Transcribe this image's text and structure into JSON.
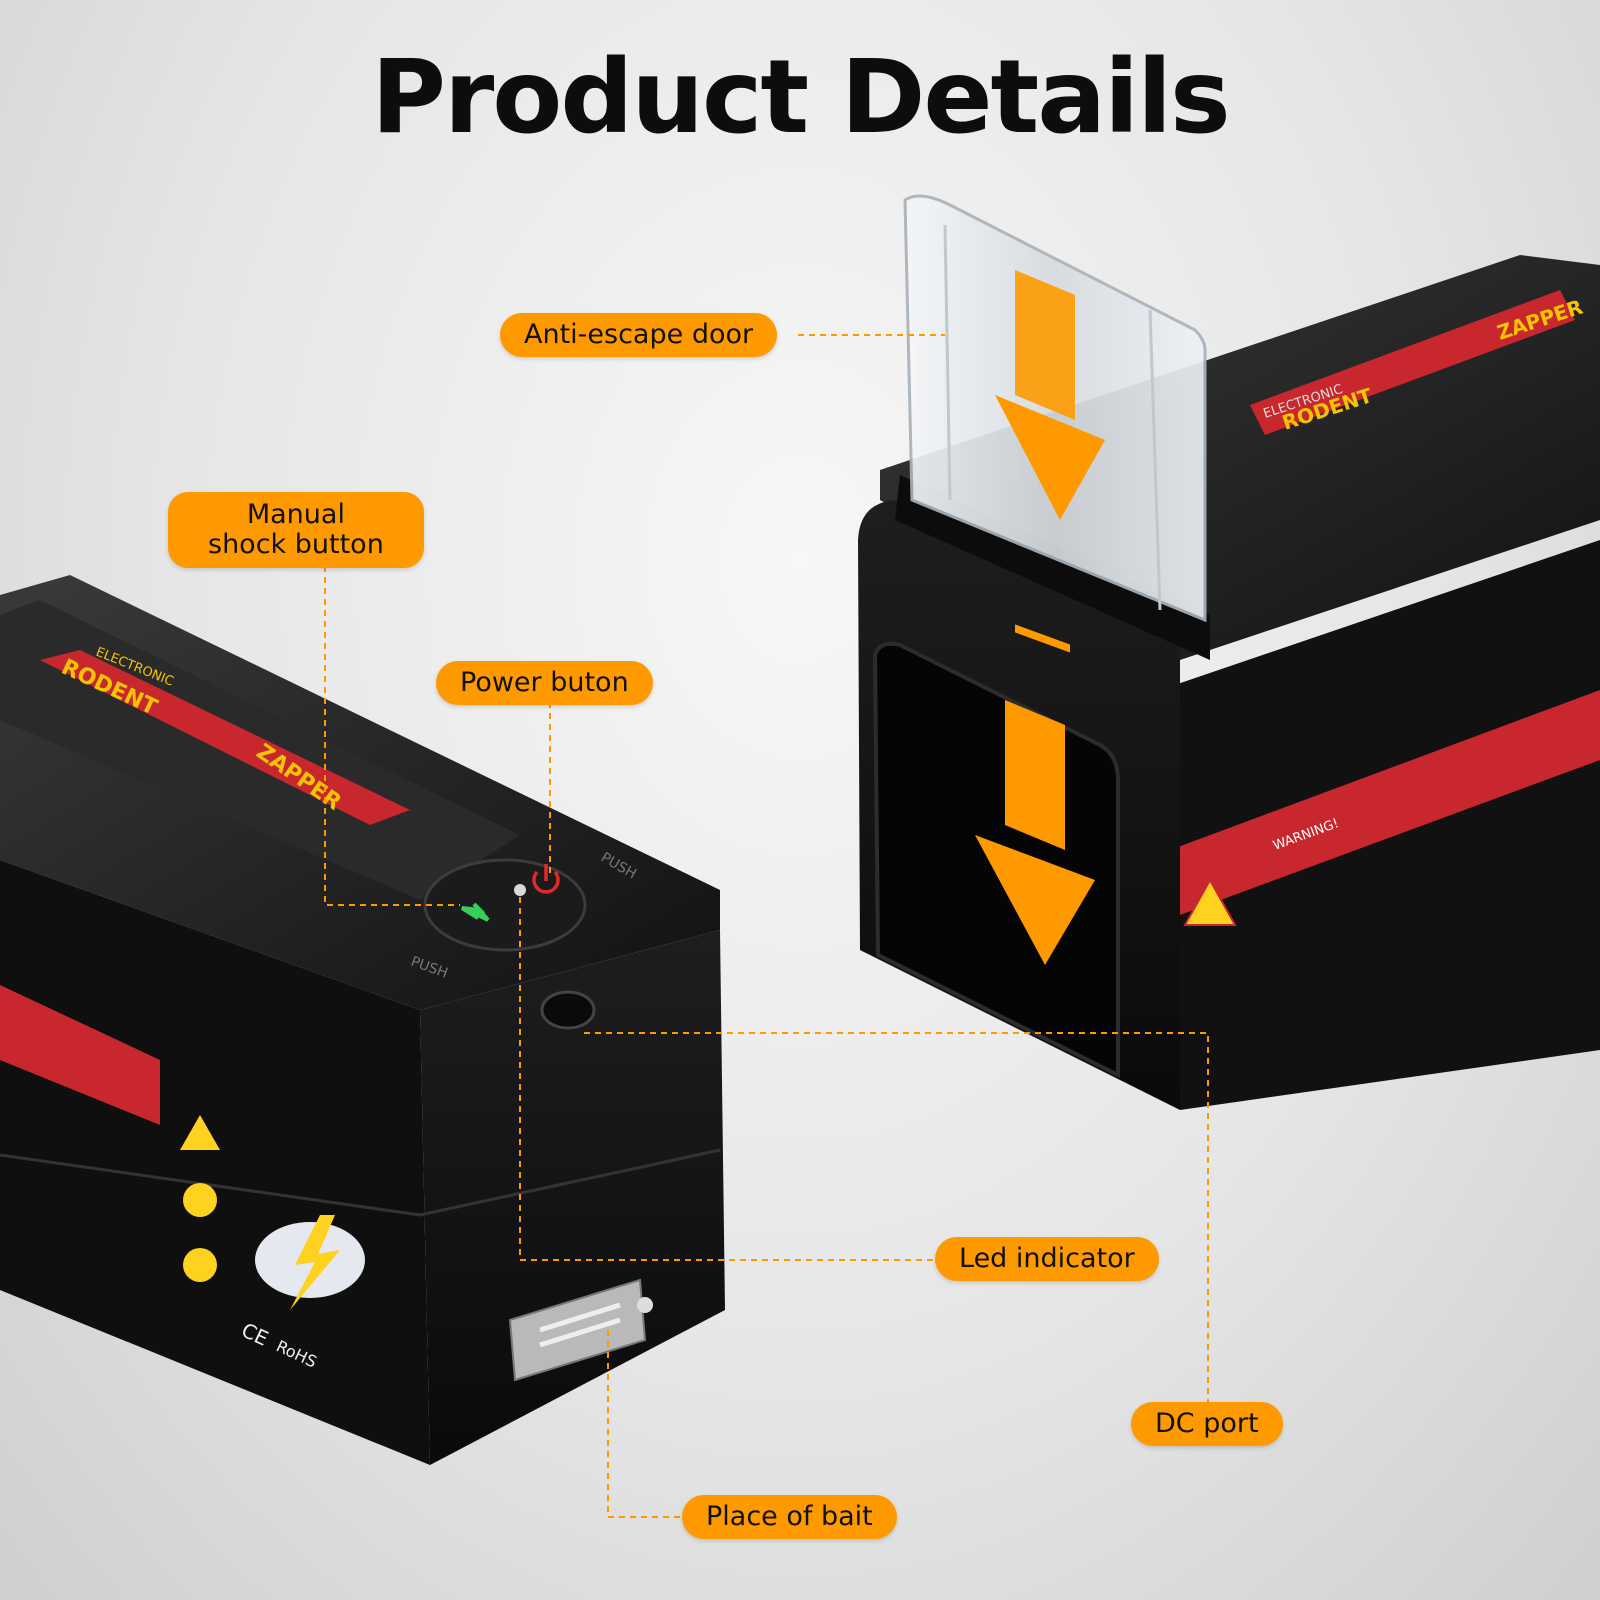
{
  "title": "Product Details",
  "product_labels": {
    "line1": "ELECTRONIC",
    "line2": "RODENT",
    "line3": "ZAPPER",
    "push": "PUSH",
    "warning": "WARNING!",
    "ce": "CE",
    "rohs": "RoHS"
  },
  "callouts": {
    "anti_escape_door": "Anti-escape door",
    "manual_shock_line1": "Manual",
    "manual_shock_line2": "shock button",
    "power_button": "Power buton",
    "led_indicator": "Led indicator",
    "dc_port": "DC port",
    "place_of_bait": "Place of bait"
  },
  "colors": {
    "callout_bg": "#fe9a00",
    "device_body": "#141414",
    "label_red": "#c8272e",
    "arrow": "#fe9a00",
    "leader_line": "#fe9a00"
  }
}
